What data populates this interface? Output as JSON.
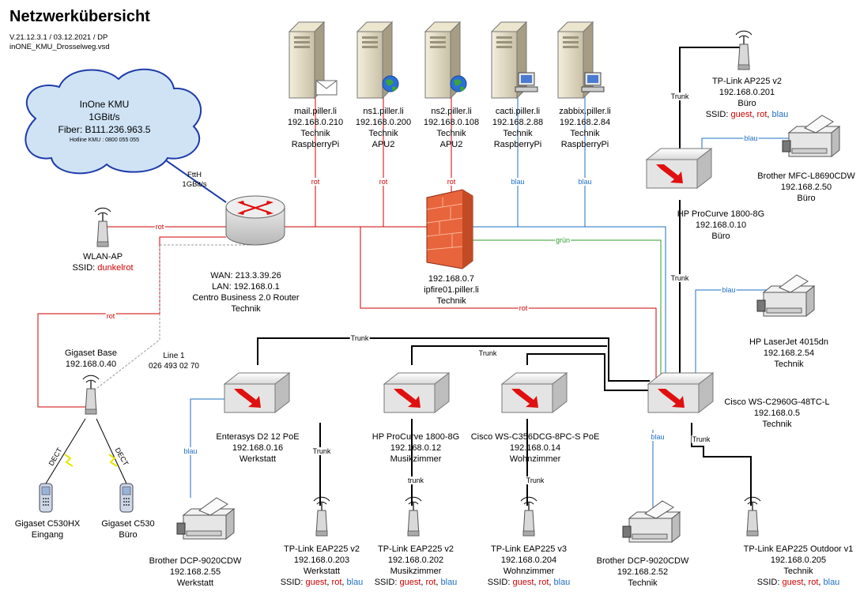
{
  "header": {
    "title": "Netzwerkübersicht",
    "version": "V.21.12.3.1 / 03.12.2021 / DP",
    "file": "inONE_KMU_Drosselweg.vsd"
  },
  "cloud": {
    "name": "InOne KMU",
    "speed": "1GBit/s",
    "fiber": "Fiber: B111.236.963.5",
    "hotline": "Hotline KMU : 0800 055 055"
  },
  "servers": [
    {
      "name": "mail.piller.li",
      "ip": "192.168.0.210",
      "loc": "Technik",
      "hw": "RaspberryPi",
      "link": "rot"
    },
    {
      "name": "ns1.piller.li",
      "ip": "192.168.0.200",
      "loc": "Technik",
      "hw": "APU2",
      "link": "rot"
    },
    {
      "name": "ns2.piller.li",
      "ip": "192.168.0.108",
      "loc": "Technik",
      "hw": "APU2",
      "link": "rot"
    },
    {
      "name": "cacti.piller.li",
      "ip": "192.168.2.88",
      "loc": "Technik",
      "hw": "RaspberryPi",
      "link": "blau"
    },
    {
      "name": "zabbix.piller.li",
      "ip": "192.168.2.84",
      "loc": "Technik",
      "hw": "RaspberryPi",
      "link": "blau"
    }
  ],
  "router": {
    "wan": "WAN: 213.3.39.26",
    "lan": "LAN: 192.168.0.1",
    "model": "Centro Business 2.0 Router",
    "loc": "Technik",
    "ftth": "FttH",
    "ftth_speed": "1GBit/s"
  },
  "firewall": {
    "ip": "192.168.0.7",
    "name": "ipfire01.piller.li",
    "loc": "Technik"
  },
  "wlan_ap": {
    "name": "WLAN-AP",
    "ssid_label": "SSID:",
    "ssid": "dunkelrot"
  },
  "gigaset_base": {
    "name": "Gigaset Base",
    "ip": "192.168.0.40",
    "line_label": "Line 1",
    "line_number": "026 493 02 70",
    "dect": "DECT"
  },
  "phones": [
    {
      "name": "Gigaset C530HX",
      "loc": "Eingang"
    },
    {
      "name": "Gigaset C530",
      "loc": "Büro"
    }
  ],
  "switches": {
    "buero": {
      "name": "HP ProCurve 1800-8G",
      "ip": "192.168.0.10",
      "loc": "Büro"
    },
    "core": {
      "name": "Cisco WS-C2960G-48TC-L",
      "ip": "192.168.0.5",
      "loc": "Technik"
    },
    "werkstatt": {
      "name": "Enterasys D2 12 PoE",
      "ip": "192.168.0.16",
      "loc": "Werkstatt"
    },
    "musik": {
      "name": "HP ProCurve 1800-8G",
      "ip": "192.168.0.12",
      "loc": "Musikzimmer"
    },
    "wohn": {
      "name": "Cisco WS-C356DCG-8PC-S PoE",
      "ip": "192.168.0.14",
      "loc": "Wohnzimmer"
    }
  },
  "aps": {
    "buero": {
      "name": "TP-Link AP225 v2",
      "ip": "192.168.0.201",
      "loc": "Büro"
    },
    "werkstatt": {
      "name": "TP-Link EAP225 v2",
      "ip": "192.168.0.203",
      "loc": "Werkstatt"
    },
    "musik": {
      "name": "TP-Link EAP225 v2",
      "ip": "192.168.0.202",
      "loc": "Musikzimmer"
    },
    "wohn": {
      "name": "TP-Link EAP225 v3",
      "ip": "192.168.0.204",
      "loc": "Wohnzimmer"
    },
    "technik": {
      "name": "TP-Link EAP225 Outdoor v1",
      "ip": "192.168.0.205",
      "loc": "Technik"
    }
  },
  "ssid": {
    "label": "SSID:",
    "guest": "guest",
    "rot": "rot",
    "blau": "blau",
    "sep": ","
  },
  "printers": {
    "buero": {
      "name": "Brother MFC-L8690CDW",
      "ip": "192.168.2.50",
      "loc": "Büro"
    },
    "technik_hp": {
      "name": "HP LaserJet 4015dn",
      "ip": "192.168.2.54",
      "loc": "Technik"
    },
    "werkstatt": {
      "name": "Brother DCP-9020CDW",
      "ip": "192.168.2.55",
      "loc": "Werkstatt"
    },
    "technik": {
      "name": "Brother DCP-9020CDW",
      "ip": "192.168.2.52",
      "loc": "Technik"
    }
  },
  "edges": {
    "rot": "rot",
    "blau": "blau",
    "gruen": "grün",
    "Trunk": "Trunk",
    "trunk": "trunk"
  },
  "colors": {
    "red": "#d00000",
    "blue": "#1f6fc5",
    "green": "#2e9b2e",
    "black": "#000000",
    "cloud_fill": "#cfe3f5"
  }
}
